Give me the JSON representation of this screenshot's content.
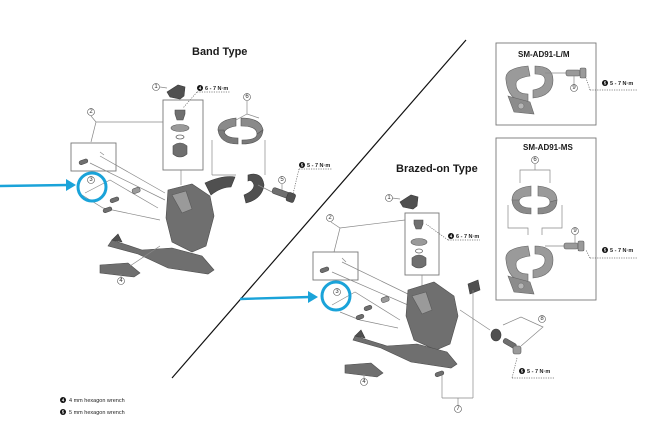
{
  "sections": {
    "band_type": {
      "title": "Band Type"
    },
    "brazed_on_type": {
      "title": "Brazed-on Type"
    }
  },
  "adapter_boxes": [
    {
      "title": "SM-AD91-L/M",
      "callouts": [
        "9"
      ],
      "torque": "5 - 7 N·m",
      "torque_tool": "5"
    },
    {
      "title": "SM-AD91-MS",
      "callouts": [
        "6",
        "9"
      ],
      "torque": "5 - 7 N·m",
      "torque_tool": "5"
    }
  ],
  "band_type_callouts": [
    "1",
    "2",
    "3",
    "4",
    "5",
    "6"
  ],
  "band_type_torques": [
    {
      "tool": "4",
      "value": "6 - 7 N·m"
    },
    {
      "tool": "5",
      "value": "5 - 7 N·m"
    }
  ],
  "brazed_on_callouts": [
    "1",
    "2",
    "3",
    "4",
    "7",
    "8"
  ],
  "brazed_on_torques": [
    {
      "tool": "4",
      "value": "6 - 7 N·m"
    },
    {
      "tool": "5",
      "value": "5 - 7 N·m"
    }
  ],
  "legend": [
    {
      "tool": "4",
      "label": "4 mm hexagon wrench"
    },
    {
      "tool": "5",
      "label": "5 mm hexagon wrench"
    }
  ],
  "highlight": {
    "target_callout": "3",
    "color": "#1aa3d9"
  }
}
